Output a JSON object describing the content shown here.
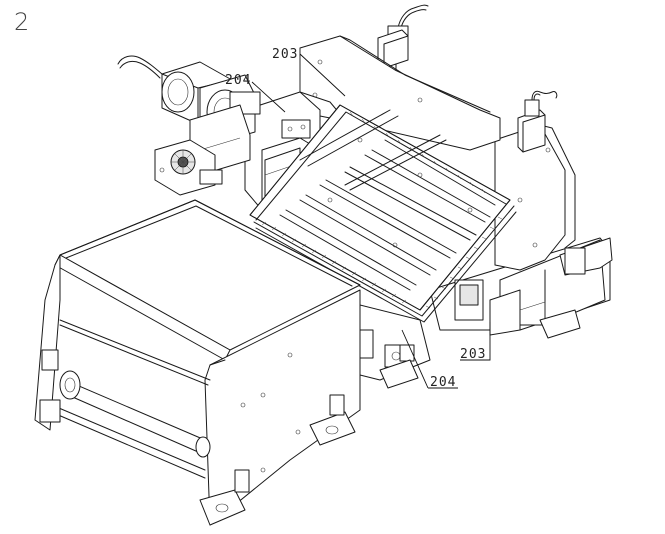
{
  "figure": {
    "number": "2"
  },
  "labels": [
    {
      "id": "203-top",
      "text": "203"
    },
    {
      "id": "204-top",
      "text": "204"
    },
    {
      "id": "203-right",
      "text": "203"
    },
    {
      "id": "204-bottom",
      "text": "204"
    }
  ]
}
